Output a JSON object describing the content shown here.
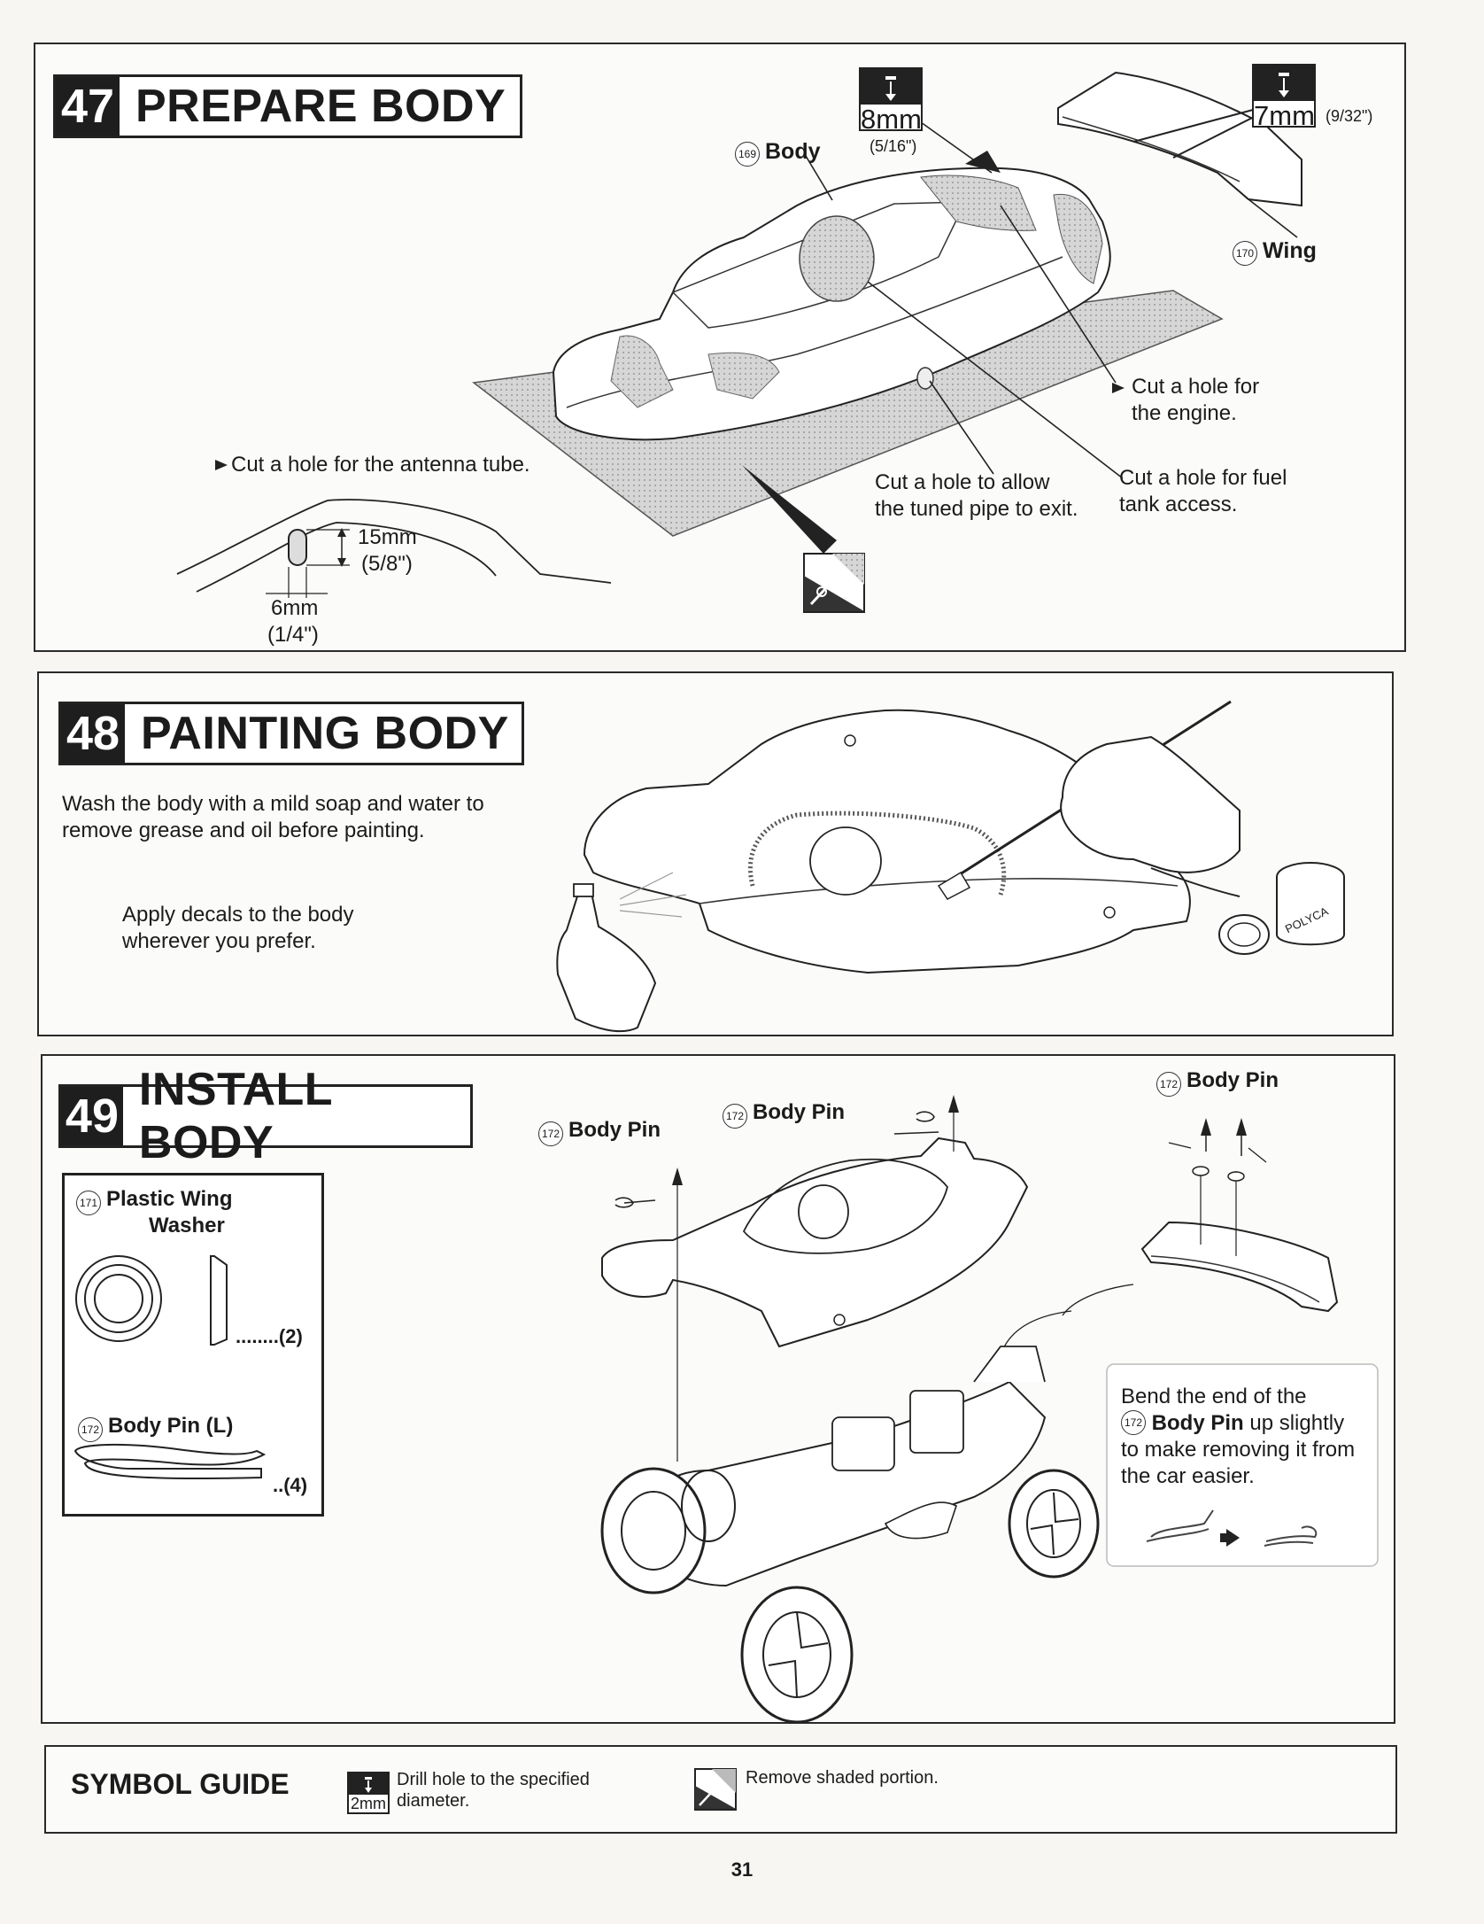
{
  "step47": {
    "number": "47",
    "title": "PREPARE BODY",
    "body_part": {
      "num": "169",
      "label": "Body"
    },
    "wing_part": {
      "num": "170",
      "label": "Wing"
    },
    "drill_8": {
      "mm": "8mm",
      "inch": "(5/16\")"
    },
    "drill_7": {
      "mm": "7mm",
      "inch": "(9/32\")"
    },
    "engine_note": [
      "Cut a hole for",
      "the engine."
    ],
    "pipe_note": [
      "Cut a hole to allow",
      "the tuned pipe to exit."
    ],
    "fuel_note": [
      "Cut a hole for fuel",
      "tank access."
    ],
    "antenna_note": "Cut a hole for the antenna tube.",
    "dim_height": [
      "15mm",
      "(5/8\")"
    ],
    "dim_width": [
      "6mm",
      "(1/4\")"
    ]
  },
  "step48": {
    "number": "48",
    "title": "PAINTING BODY",
    "wash_note": [
      "Wash the body with a mild soap and water to",
      "remove grease and oil before painting."
    ],
    "decal_note": [
      "Apply decals to the body",
      "wherever you prefer."
    ],
    "jar_label": "POLYCA"
  },
  "step49": {
    "number": "49",
    "title": "INSTALL BODY",
    "parts": [
      {
        "num": "171",
        "label_lines": [
          "Plastic Wing",
          "Washer"
        ],
        "qty": "........(2)"
      },
      {
        "num": "172",
        "label_lines": [
          "Body Pin (L)"
        ],
        "qty": "..(4)"
      }
    ],
    "pin_labels": [
      {
        "num": "172",
        "label": "Body Pin"
      },
      {
        "num": "172",
        "label": "Body Pin"
      },
      {
        "num": "172",
        "label": "Body Pin"
      }
    ],
    "tip": {
      "line1": "Bend the end of the",
      "num": "172",
      "bold": "Body Pin",
      "rest": "up slightly",
      "line3": "to make removing it from",
      "line4": "the car easier."
    }
  },
  "symbol_guide": {
    "title": "SYMBOL GUIDE",
    "drill_sample": "2mm",
    "drill_text": [
      "Drill hole to the specified",
      "diameter."
    ],
    "remove_text": "Remove shaded portion."
  },
  "page_number": "31"
}
